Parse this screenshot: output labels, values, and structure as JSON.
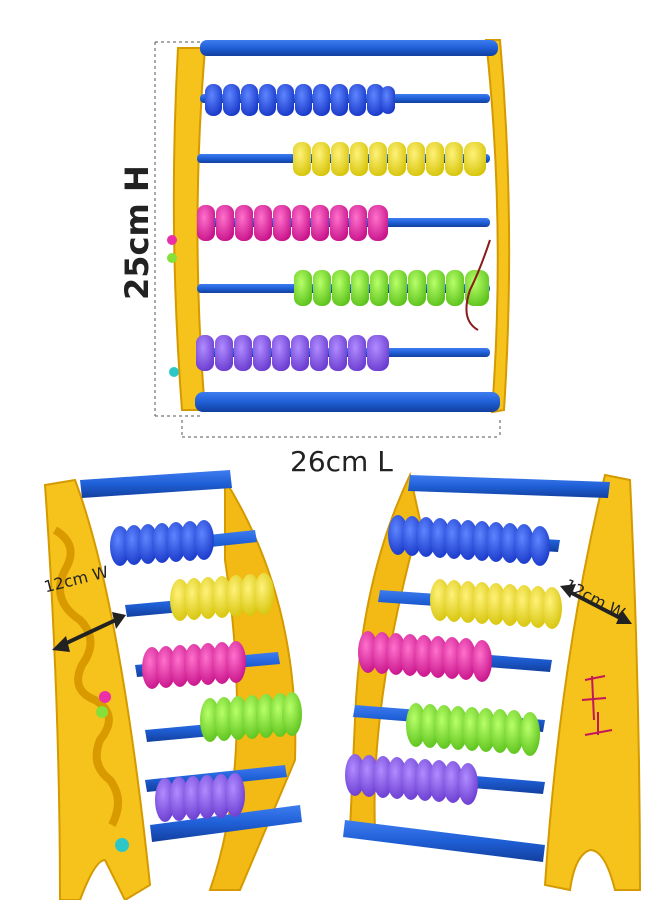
{
  "dimensions": {
    "height": "25cm H",
    "length": "26cm L",
    "width_left": "12cm W",
    "width_right": "12cm W"
  },
  "colors": {
    "frame_yellow": "#f6c21c",
    "frame_edge": "#e0a400",
    "rod_blue": "#1f5fd6",
    "bead_blue": "#1f4fe0",
    "bead_yellow": "#f1e21a",
    "bead_pink": "#ec2fa8",
    "bead_green": "#86e03a",
    "bead_purple": "#8a5ae6"
  },
  "views": [
    "front-view",
    "left-side-view",
    "right-side-view"
  ]
}
